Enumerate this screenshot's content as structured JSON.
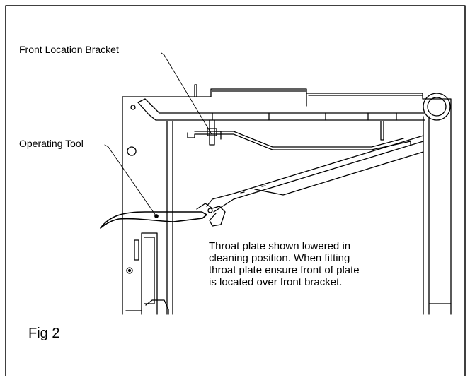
{
  "labels": {
    "front_location_bracket": "Front Location Bracket",
    "operating_tool": "Operating Tool"
  },
  "note": {
    "line1": "Throat plate shown lowered in",
    "line2": "cleaning position. When fitting",
    "line3": "throat plate ensure front of plate",
    "line4": "is located over front bracket."
  },
  "figure_label": "Fig 2",
  "colors": {
    "ink": "#000000",
    "background": "#ffffff"
  }
}
